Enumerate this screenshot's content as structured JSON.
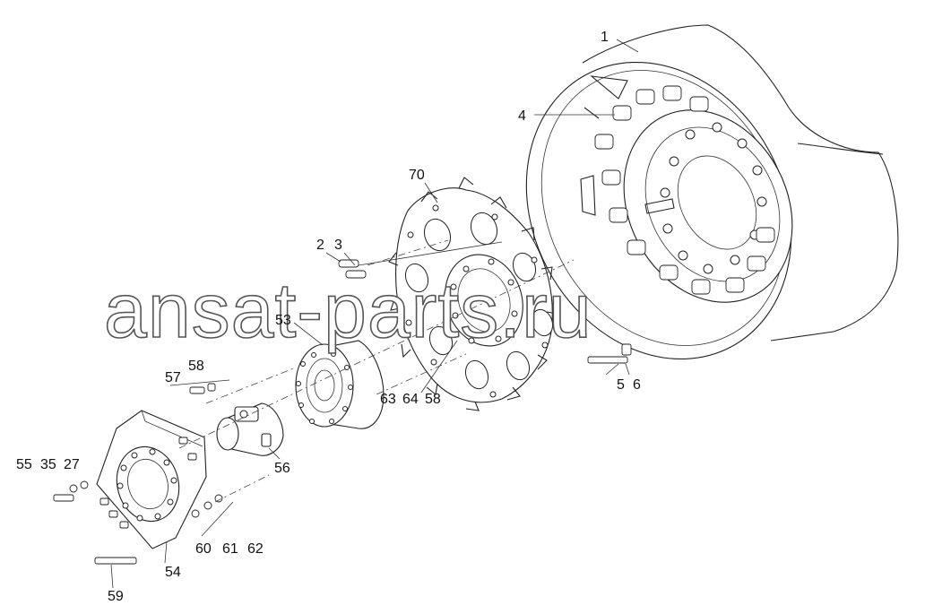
{
  "watermark": "ansat-parts.ru",
  "callouts": {
    "c1": "1",
    "c4": "4",
    "c70": "70",
    "c2": "2",
    "c3": "3",
    "c53": "53",
    "c57": "57",
    "c58a": "58",
    "c63": "63",
    "c64": "64",
    "c58b": "58",
    "c5": "5",
    "c6": "6",
    "c56": "56",
    "c55": "55",
    "c35": "35",
    "c27": "27",
    "c60": "60",
    "c61": "61",
    "c62": "62",
    "c54": "54",
    "c59": "59"
  }
}
